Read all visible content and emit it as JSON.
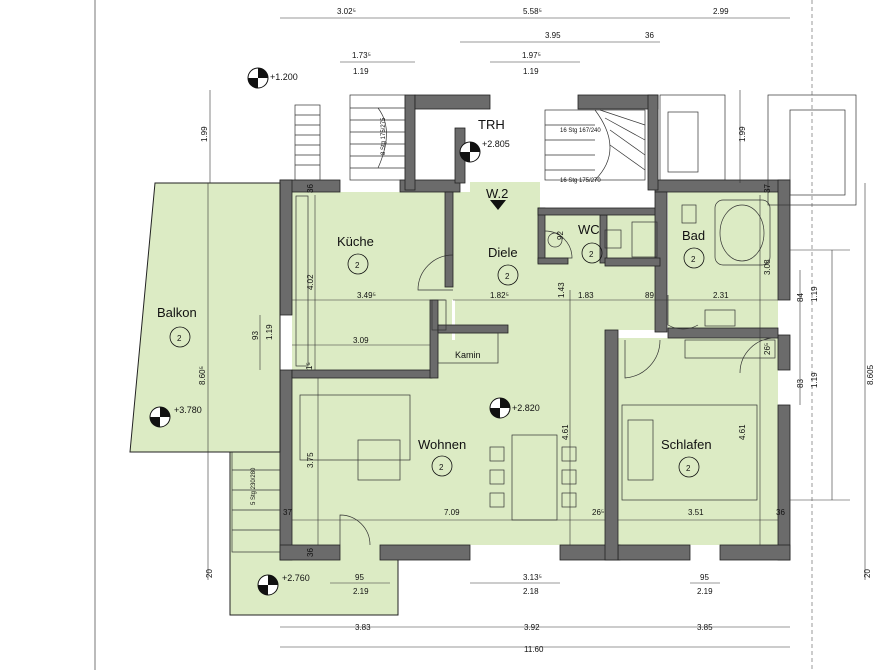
{
  "rooms": {
    "kueche": {
      "name": "Küche",
      "num": "2"
    },
    "diele": {
      "name": "Diele",
      "num": "2"
    },
    "wc": {
      "name": "WC",
      "num": "2"
    },
    "bad": {
      "name": "Bad",
      "num": "2"
    },
    "balkon": {
      "name": "Balkon",
      "num": "2"
    },
    "wohnen": {
      "name": "Wohnen",
      "num": "2"
    },
    "schlafen": {
      "name": "Schlafen",
      "num": "2"
    }
  },
  "labels": {
    "trh": "TRH",
    "w2": "W.2",
    "kamin": "Kamin",
    "stair_left": "8 Stg 175/275",
    "stair_right_a": "16 Stg 167/240",
    "stair_right_b": "16 Stg 175/270",
    "stair_balkon": "5 Stg 230/280"
  },
  "levels": {
    "top": "+1.200",
    "trh": "+2.805",
    "wohnen": "+2.820",
    "balkon": "+3.780",
    "bottom": "+2.760"
  },
  "dims": {
    "top_row1": [
      "3.02⁵",
      "5.58⁵",
      "2.99"
    ],
    "top_row2": [
      "3.95",
      "36"
    ],
    "top_row3": [
      "1.73⁵",
      "1.97⁵"
    ],
    "top_row4": [
      "1.19",
      "1.19"
    ],
    "left_199": "1.99",
    "right_199": "1.99",
    "kueche_h": "4.02",
    "kueche_w": "3.49⁵",
    "diele_w": "1.82⁵",
    "d_143": "1.43",
    "d_183": "1.83",
    "d_89": "89",
    "d_231": "2.31",
    "bad_h": "3.08",
    "d_93": "93",
    "d_119_left": "1.19",
    "d_309": "3.09",
    "d_15": "1⁵",
    "balkon_h": "8.60⁵",
    "wohnen_h": "3.75",
    "d_37": "37",
    "wohnen_w": "7.09",
    "d_26": "26⁵",
    "d_461_left": "4.61",
    "d_461_right": "4.61",
    "schlafen_w": "3.51",
    "d_36_right": "36",
    "d_36_top_left": "36",
    "d_37_top_right": "37",
    "d_26_schlafen": "26⁵",
    "d_84": "84",
    "d_119_r1": "1.19",
    "d_83": "83",
    "d_119_r2": "1.19",
    "total_h": "8.605",
    "d_20_left": "20",
    "d_20_right": "20",
    "d_36_bottom": "36",
    "b_95_left": "95",
    "b_219_left": "2.19",
    "b_313": "3.13⁵",
    "b_218": "2.18",
    "b_95_right": "95",
    "b_219_right": "2.19",
    "bottom_row": [
      "3.83",
      "3.92",
      "3.85"
    ],
    "total_w": "11.60",
    "wc_92": "92"
  },
  "colors": {
    "room_fill": "#dcebc4",
    "wall": "#5a5a5a",
    "line": "#222222"
  }
}
